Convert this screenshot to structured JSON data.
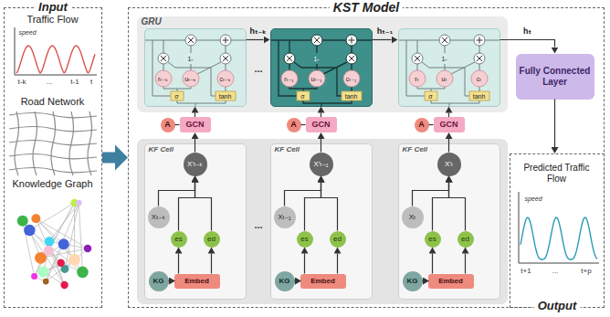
{
  "diagram": {
    "nodes": [
      {
        "text": [
          "Input"
        ]
      },
      {
        "text": [
          "Traffic Flow"
        ],
        "in": 0
      },
      {
        "text": [
          "Road Network"
        ],
        "in": 0
      },
      {
        "text": [
          "Knowledge Graph"
        ],
        "in": 0
      },
      {
        "text": [
          "KST Model"
        ]
      },
      {
        "text": [
          "GRU"
        ],
        "in": 4
      },
      {
        "text": [
          "rₜ₋ₖ",
          "uₜ₋ₖ",
          "cₜ₋ₖ",
          "σ",
          "tanh",
          "1-"
        ],
        "in": 5
      },
      {
        "text": [
          "rₜ₋₁",
          "uₜ₋₁",
          "cₜ₋₁",
          "σ",
          "tanh",
          "1-"
        ],
        "in": 5
      },
      {
        "text": [
          "rₜ",
          "uₜ",
          "cₜ",
          "σ",
          "tanh",
          "1-"
        ],
        "in": 5
      },
      {
        "text": [
          "Fully Connected Layer"
        ],
        "in": 4
      },
      {
        "text": [
          "A"
        ],
        "in": 4
      },
      {
        "text": [
          "GCN"
        ],
        "in": 4
      },
      {
        "text": [
          "A"
        ],
        "in": 4
      },
      {
        "text": [
          "GCN"
        ],
        "in": 4
      },
      {
        "text": [
          "A"
        ],
        "in": 4
      },
      {
        "text": [
          "GCN"
        ],
        "in": 4
      },
      {
        "text": [
          "KF Cell"
        ],
        "in": 4
      },
      {
        "text": [
          "Xₜ₋ₖ"
        ],
        "in": 16
      },
      {
        "text": [
          "X'ₜ₋ₖ"
        ],
        "in": 16
      },
      {
        "text": [
          "es"
        ],
        "in": 16
      },
      {
        "text": [
          "ed"
        ],
        "in": 16
      },
      {
        "text": [
          "KG"
        ],
        "in": 16
      },
      {
        "text": [
          "Embed"
        ],
        "in": 16
      },
      {
        "text": [
          "KF Cell"
        ],
        "in": 4
      },
      {
        "text": [
          "Xₜ₋₁"
        ],
        "in": 23
      },
      {
        "text": [
          "X'ₜ₋₁"
        ],
        "in": 23
      },
      {
        "text": [
          "es"
        ],
        "in": 23
      },
      {
        "text": [
          "ed"
        ],
        "in": 23
      },
      {
        "text": [
          "KG"
        ],
        "in": 23
      },
      {
        "text": [
          "Embed"
        ],
        "in": 23
      },
      {
        "text": [
          "KF Cell"
        ],
        "in": 4
      },
      {
        "text": [
          "Xₜ"
        ],
        "in": 30
      },
      {
        "text": [
          "X'ₜ"
        ],
        "in": 30
      },
      {
        "text": [
          "es"
        ],
        "in": 30
      },
      {
        "text": [
          "ed"
        ],
        "in": 30
      },
      {
        "text": [
          "KG"
        ],
        "in": 30
      },
      {
        "text": [
          "Embed"
        ],
        "in": 30
      },
      {
        "text": [
          "Output"
        ]
      },
      {
        "text": [
          "Predicted Traffic Flow"
        ],
        "in": 37
      }
    ],
    "edges": [
      {
        "from": 0,
        "to": 4,
        "arrow": "to"
      },
      {
        "from": 6,
        "to": 7,
        "label": "hₜ₋ₖ",
        "arrow": "to"
      },
      {
        "from": 7,
        "to": 8,
        "label": "hₜ₋₁",
        "arrow": "to"
      },
      {
        "from": 8,
        "to": 9,
        "label": "hₜ",
        "arrow": "to"
      },
      {
        "from": 9,
        "to": 37,
        "arrow": "to"
      },
      {
        "from": 11,
        "to": 6,
        "arrow": "to"
      },
      {
        "from": 13,
        "to": 7,
        "arrow": "to"
      },
      {
        "from": 15,
        "to": 8,
        "arrow": "to"
      },
      {
        "from": 10,
        "to": 11,
        "arrow": "none"
      },
      {
        "from": 12,
        "to": 13,
        "arrow": "none"
      },
      {
        "from": 14,
        "to": 15,
        "arrow": "none"
      },
      {
        "from": 18,
        "to": 11,
        "arrow": "to"
      },
      {
        "from": 25,
        "to": 13,
        "arrow": "to"
      },
      {
        "from": 32,
        "to": 15,
        "arrow": "to"
      },
      {
        "from": 17,
        "to": 18,
        "arrow": "to"
      },
      {
        "from": 19,
        "to": 18,
        "arrow": "to"
      },
      {
        "from": 20,
        "to": 18,
        "arrow": "to"
      },
      {
        "from": 21,
        "to": 22,
        "arrow": "to"
      },
      {
        "from": 22,
        "to": 19,
        "arrow": "to"
      },
      {
        "from": 22,
        "to": 20,
        "arrow": "to"
      },
      {
        "from": 24,
        "to": 25,
        "arrow": "to"
      },
      {
        "from": 26,
        "to": 25,
        "arrow": "to"
      },
      {
        "from": 27,
        "to": 25,
        "arrow": "to"
      },
      {
        "from": 28,
        "to": 29,
        "arrow": "to"
      },
      {
        "from": 29,
        "to": 26,
        "arrow": "to"
      },
      {
        "from": 29,
        "to": 27,
        "arrow": "to"
      },
      {
        "from": 31,
        "to": 32,
        "arrow": "to"
      },
      {
        "from": 33,
        "to": 32,
        "arrow": "to"
      },
      {
        "from": 34,
        "to": 32,
        "arrow": "to"
      },
      {
        "from": 35,
        "to": 36,
        "arrow": "to"
      },
      {
        "from": 36,
        "to": 33,
        "arrow": "to"
      },
      {
        "from": 36,
        "to": 34,
        "arrow": "to"
      }
    ],
    "labels": [
      "speed",
      "t-k",
      "...",
      "t-1",
      "t",
      "...",
      "...",
      "speed",
      "t+1",
      "...",
      "t+p"
    ]
  }
}
